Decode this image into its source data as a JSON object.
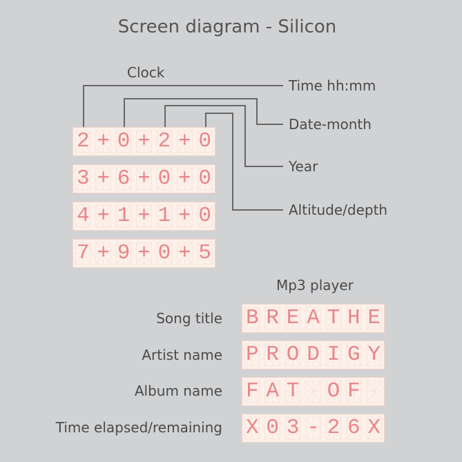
{
  "title": "Screen diagram - Silicon",
  "clock": {
    "label": "Clock",
    "legend": [
      "Time  hh:mm",
      "Date-month",
      "Year",
      "Altitude/depth"
    ],
    "rows": [
      "2+0+2+0",
      "3+6+0+0",
      "4+1+1+0",
      "7+9+0+5"
    ]
  },
  "mp3": {
    "label": "Mp3 player",
    "fields": [
      {
        "label": "Song title",
        "value": "BREATHE"
      },
      {
        "label": "Artist name",
        "value": "PRODIGY"
      },
      {
        "label": "Album name",
        "value": "FAT OF "
      },
      {
        "label": "Time elapsed/remaining",
        "value": "X03-26X"
      }
    ]
  },
  "colors": {
    "segment_on": "#e8868a",
    "segment_off": "#f6e4dc",
    "panel": "#fdf1ea",
    "line": "#666666"
  }
}
